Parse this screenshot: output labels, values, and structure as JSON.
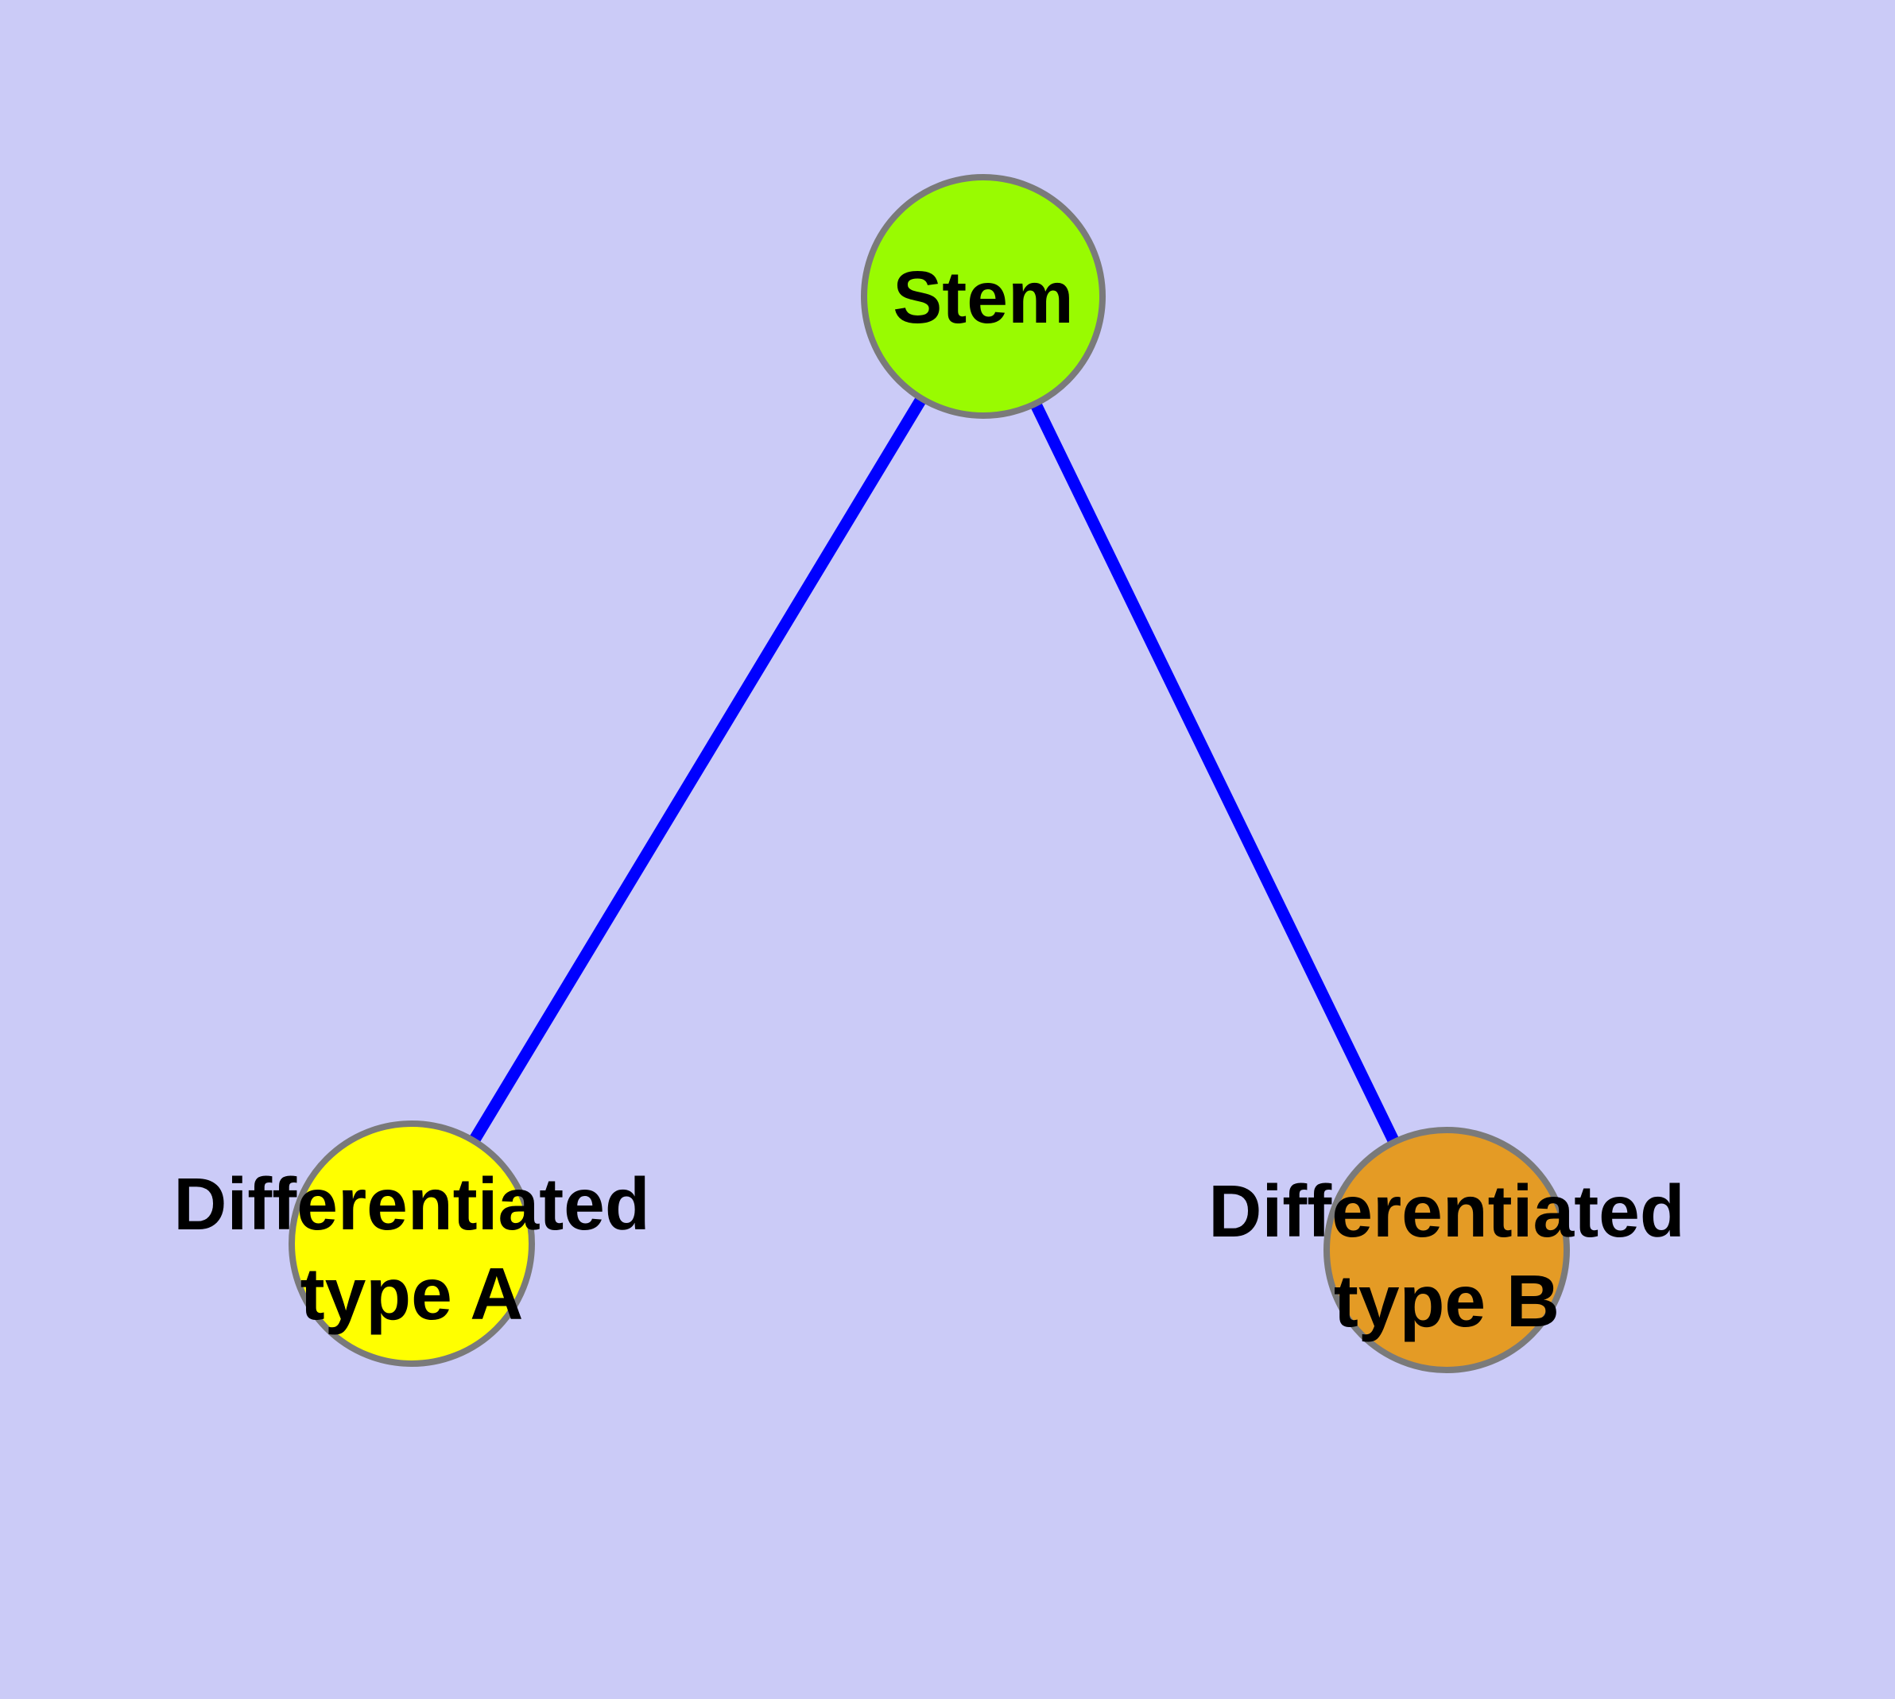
{
  "diagram": {
    "background_color": "#CBCBF7",
    "edge_color": "#0000FF",
    "node_border_color": "#7A7A7A",
    "text_color": "#000000",
    "nodes": [
      {
        "id": "stem",
        "label": "Stem",
        "fill": "#99FB01",
        "border_color": "#7A7A7A"
      },
      {
        "id": "differentiated-type-a",
        "label": "Differentiated type A",
        "label_line1": "Differentiated",
        "label_line2": "type A",
        "fill": "#FFFF00",
        "border_color": "#7A7A7A"
      },
      {
        "id": "differentiated-type-b",
        "label": "Differentiated type B",
        "label_line1": "Differentiated",
        "label_line2": "type B",
        "fill": "#E49B25",
        "border_color": "#7A7A7A"
      }
    ],
    "edges": [
      {
        "from": "Stem",
        "to": "Differentiated type A",
        "color": "#0000FF"
      },
      {
        "from": "Stem",
        "to": "Differentiated type B",
        "color": "#0000FF"
      }
    ]
  }
}
